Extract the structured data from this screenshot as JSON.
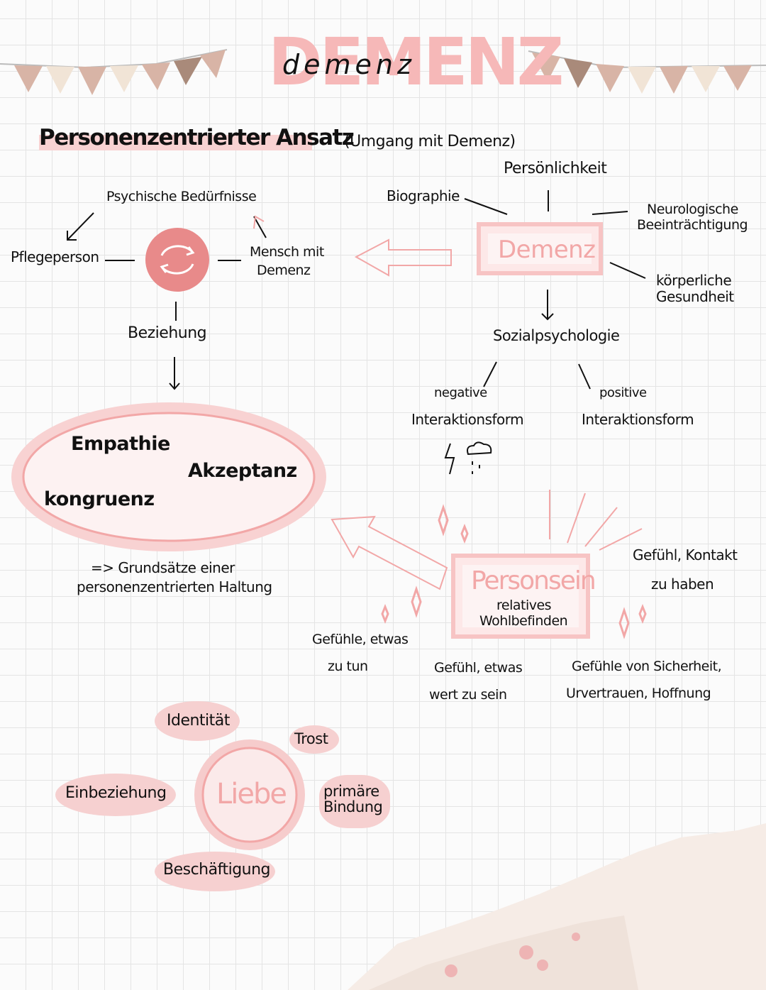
{
  "banner": {
    "title_block": "DEMENZ",
    "title_script": "demenz"
  },
  "heading": {
    "title": "Personenzentrierter Ansatz",
    "subtitle": "(Umgang mit Demenz)"
  },
  "left_map": {
    "top": "Psychische Bedürfnisse",
    "left": "Pflegeperson",
    "right_line1": "Mensch mit",
    "right_line2": "Demenz",
    "bottom": "Beziehung"
  },
  "ellipse": {
    "items": [
      "Empathie",
      "Akzeptanz",
      "kongruenz"
    ],
    "note_line1": "=> Grundsätze einer",
    "note_line2": "personenzentrierten Haltung"
  },
  "demenz_map": {
    "center": "Demenz",
    "top": "Persönlichkeit",
    "left": "Biographie",
    "right_top_line1": "Neurologische",
    "right_top_line2": "Beeinträchtigung",
    "right_bottom_line1": "körperliche",
    "right_bottom_line2": "Gesundheit",
    "below": "Sozialpsychologie",
    "negative_line1": "negative",
    "negative_line2": "Interaktionsform",
    "positive_line1": "positive",
    "positive_line2": "Interaktionsform"
  },
  "personsein": {
    "title": "Personsein",
    "sub_line1": "relatives",
    "sub_line2": "Wohlbefinden",
    "needs": [
      {
        "line1": "Gefühl, Kontakt",
        "line2": "zu haben"
      },
      {
        "line1": "Gefühle, etwas",
        "line2": "zu tun"
      },
      {
        "line1": "Gefühl, etwas",
        "line2": "wert zu sein"
      },
      {
        "line1": "Gefühle von Sicherheit,",
        "line2": "Urvertrauen, Hoffnung"
      }
    ]
  },
  "liebe": {
    "center": "Liebe",
    "items": [
      "Identität",
      "Trost",
      "Einbeziehung",
      "primäre Bindung",
      "Beschäftigung"
    ]
  },
  "colors": {
    "pink": "#f2a7a7",
    "pink_fill": "#e88a8a",
    "ink": "#111111"
  }
}
